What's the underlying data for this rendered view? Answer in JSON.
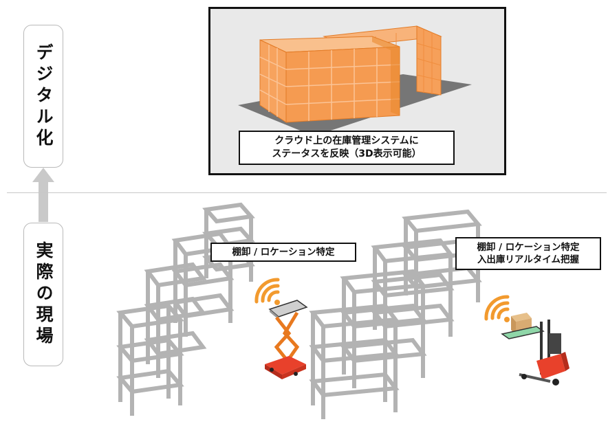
{
  "labels": {
    "digital": "デジタル化",
    "real_site": "実際の現場"
  },
  "panel": {
    "caption_line1": "クラウド上の在庫管理システムに",
    "caption_line2": "ステータスを反映（3D表示可能）"
  },
  "tags": {
    "left": "棚卸 / ロケーション特定",
    "right_line1": "棚卸 / ロケーション特定",
    "right_line2": "入出庫リアルタイム把握"
  },
  "colors": {
    "orange": "#f7a45c",
    "orange_dark": "#e07f2c",
    "signal": "#f29a2e",
    "robot_red": "#e8412b",
    "rack_gray": "#b3b3b3",
    "arrow_gray": "#c9c9c9"
  },
  "icons": [
    "arrow-up-icon",
    "wifi-signal-icon",
    "robot-icon",
    "forklift-icon",
    "rack-icon",
    "box-icon"
  ]
}
